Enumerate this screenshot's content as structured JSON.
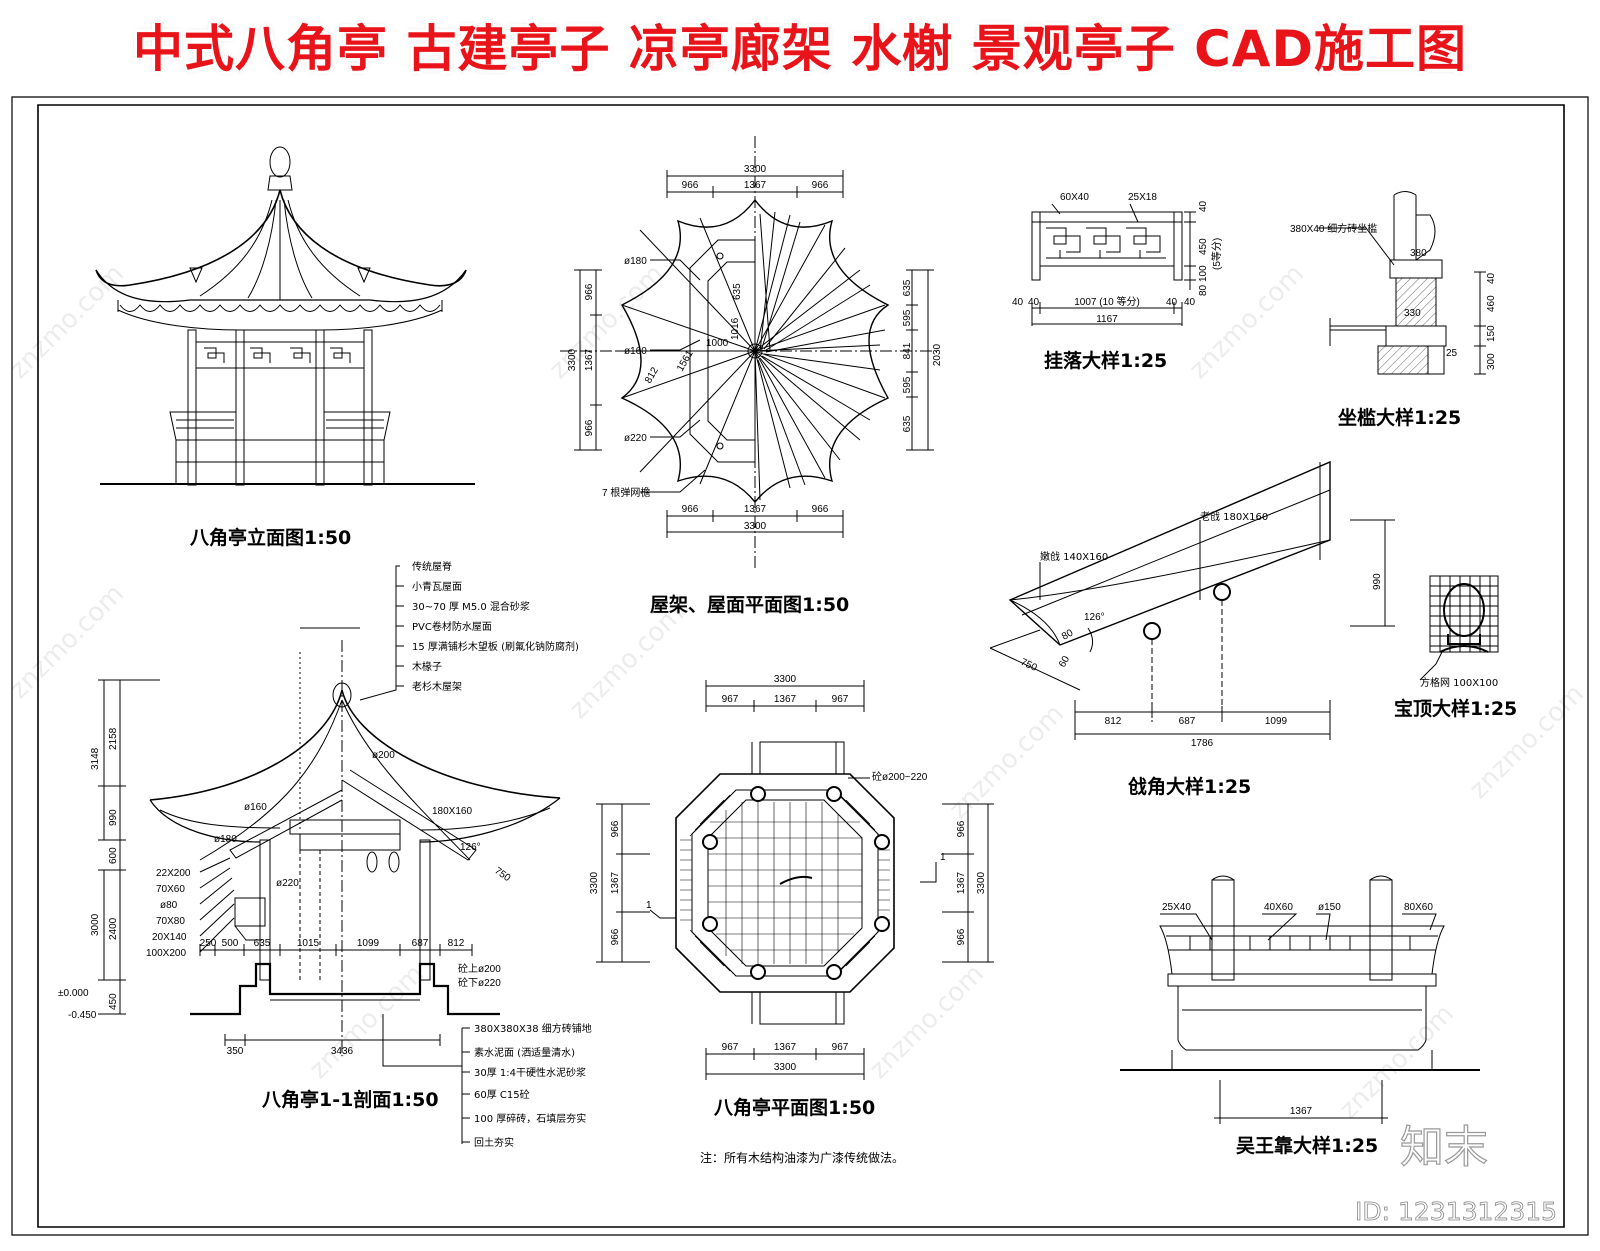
{
  "header": {
    "title": "中式八角亭 古建亭子 凉亭廊架 水榭 景观亭子 CAD施工图"
  },
  "drawings": {
    "elevation": {
      "title": "八角亭立面图1:50"
    },
    "roof_plan": {
      "title": "屋架、屋面平面图1:50",
      "dims_top": [
        "966",
        "1367",
        "966"
      ],
      "dim_top_total": "3300",
      "dims_left": [
        "966",
        "1367",
        "966"
      ],
      "dim_left_total": "3300",
      "dims_right": [
        "635",
        "595",
        "841",
        "595",
        "635"
      ],
      "dim_right_total": "2030",
      "dims_bottom": [
        "966",
        "1367",
        "966"
      ],
      "dim_bottom_total": "3300",
      "callouts": [
        "ø180",
        "ø160",
        "ø220",
        "7 根弹网檐",
        "1000",
        "1016",
        "1561",
        "812",
        "635"
      ]
    },
    "hanging_rail": {
      "title": "挂落大样1:25",
      "top_labels": [
        "60X40",
        "25X18"
      ],
      "side_dims": [
        "40",
        "450",
        "100",
        "80",
        "(5等分)"
      ],
      "bottom_dims": [
        "40",
        "1007 (10 等分)",
        "40",
        "40",
        "40"
      ],
      "bottom_total": "1167"
    },
    "bench": {
      "title": "坐槛大样1:25",
      "callout": "380X40 细方砖坐槛",
      "dims": [
        "380",
        "330",
        "460",
        "150",
        "300",
        "40",
        "25"
      ]
    },
    "corner": {
      "title": "戗角大样1:25",
      "labels": [
        "老戗 180X160",
        "嫩戗 140X160"
      ],
      "dims": [
        "126°",
        "80",
        "60",
        "750"
      ],
      "bottom_dims": [
        "812",
        "687",
        "1099"
      ],
      "bottom_total": "1786",
      "height_dim": "990"
    },
    "finial": {
      "title": "宝顶大样1:25",
      "callout": "方格网 100X100"
    },
    "section": {
      "title": "八角亭1-1剖面1:50",
      "roof_layers": [
        "传统屋脊",
        "小青瓦屋面",
        "30~70 厚 M5.0 混合砂浆",
        "PVC卷材防水屋面",
        "15 厚满铺杉木望板 (刷氟化钠防腐剂)",
        "木椽子",
        "老杉木屋架"
      ],
      "floor_layers": [
        "380X380X38 细方砖铺地",
        "素水泥面 (洒适量清水)",
        "30厚 1:4干硬性水泥砂浆",
        "60厚 C15砼",
        "100 厚碎砖，石填层夯实",
        "回土夯实"
      ],
      "left_member_labels": [
        "22X200",
        "70X60",
        "ø80",
        "70X80",
        "20X140",
        "100X200"
      ],
      "height_dims": [
        "3148",
        "2158",
        "990",
        "600",
        "3000",
        "2400",
        "450"
      ],
      "levels": [
        "±0.000",
        "-0.450"
      ],
      "bottom_dims": [
        "250",
        "500",
        "635",
        "1015",
        "1099",
        "687",
        "812"
      ],
      "base_dims": [
        "350",
        "3436"
      ],
      "callouts": [
        "ø200",
        "ø160",
        "ø180",
        "ø220",
        "180X160",
        "126°",
        "750",
        "砼上ø200",
        "砼下ø220"
      ]
    },
    "plan": {
      "title": "八角亭平面图1:50",
      "dims_top": [
        "967",
        "1367",
        "967"
      ],
      "dim_top_total": "3300",
      "dims_bottom": [
        "967",
        "1367",
        "967"
      ],
      "dim_bottom_total": "3300",
      "dims_left": [
        "966",
        "1367",
        "966"
      ],
      "dim_left_total": "3300",
      "dims_right": [
        "966",
        "1367",
        "966"
      ],
      "dim_right_total": "3300",
      "callout": "砼ø200~220",
      "section_mark": "1"
    },
    "railing": {
      "title": "吴王靠大样1:25",
      "labels": [
        "25X40",
        "40X60",
        "ø150",
        "80X60"
      ],
      "bottom_dim": "1367"
    }
  },
  "note": "注：所有木结构油漆为广漆传统做法。",
  "watermark": {
    "site": "znzmo.com",
    "brand": "知末",
    "id": "ID: 1231312315"
  }
}
